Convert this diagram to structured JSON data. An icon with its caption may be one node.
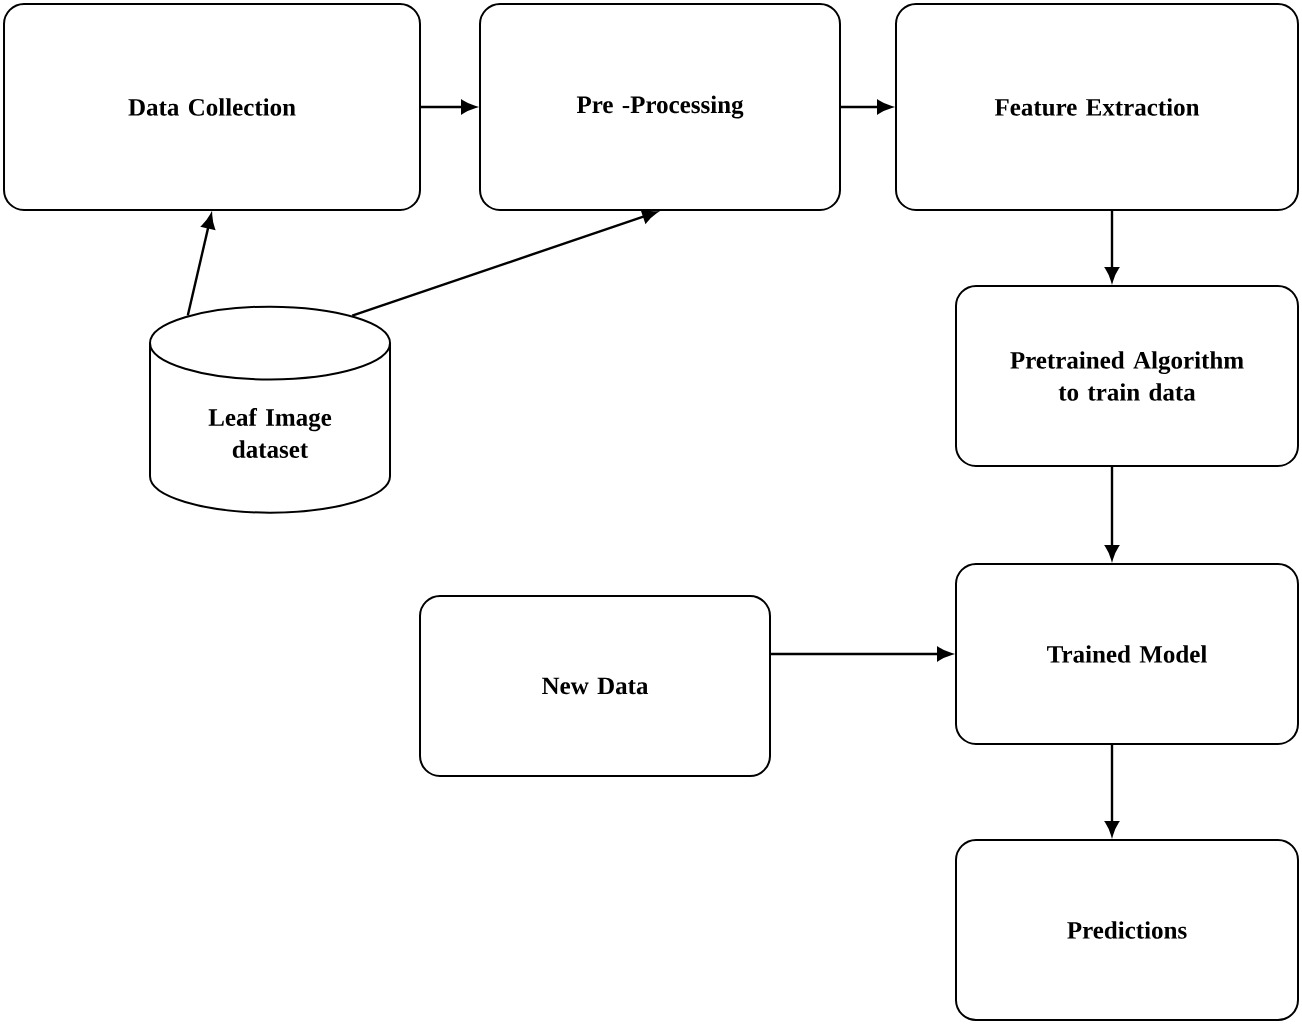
{
  "diagram": {
    "nodes": [
      {
        "text": [
          "Data Collection"
        ]
      },
      {
        "text": [
          "Pre -Processing"
        ]
      },
      {
        "text": [
          "Feature Extraction"
        ]
      },
      {
        "text": [
          "Pretrained Algorithm to train data"
        ]
      },
      {
        "text": [
          "Leaf Image dataset"
        ]
      },
      {
        "text": [
          "New Data"
        ]
      },
      {
        "text": [
          "Trained Model"
        ]
      },
      {
        "text": [
          "Predictions"
        ]
      }
    ],
    "edges": [
      {
        "from": 0,
        "to": 1,
        "arrow": "to"
      },
      {
        "from": 1,
        "to": 2,
        "arrow": "to"
      },
      {
        "from": 2,
        "to": 3,
        "arrow": "to"
      },
      {
        "from": 4,
        "to": 0,
        "arrow": "to"
      },
      {
        "from": 4,
        "to": 1,
        "arrow": "to"
      },
      {
        "from": 3,
        "to": 6,
        "arrow": "to"
      },
      {
        "from": 5,
        "to": 6,
        "arrow": "to"
      },
      {
        "from": 6,
        "to": 7,
        "arrow": "to"
      }
    ]
  }
}
